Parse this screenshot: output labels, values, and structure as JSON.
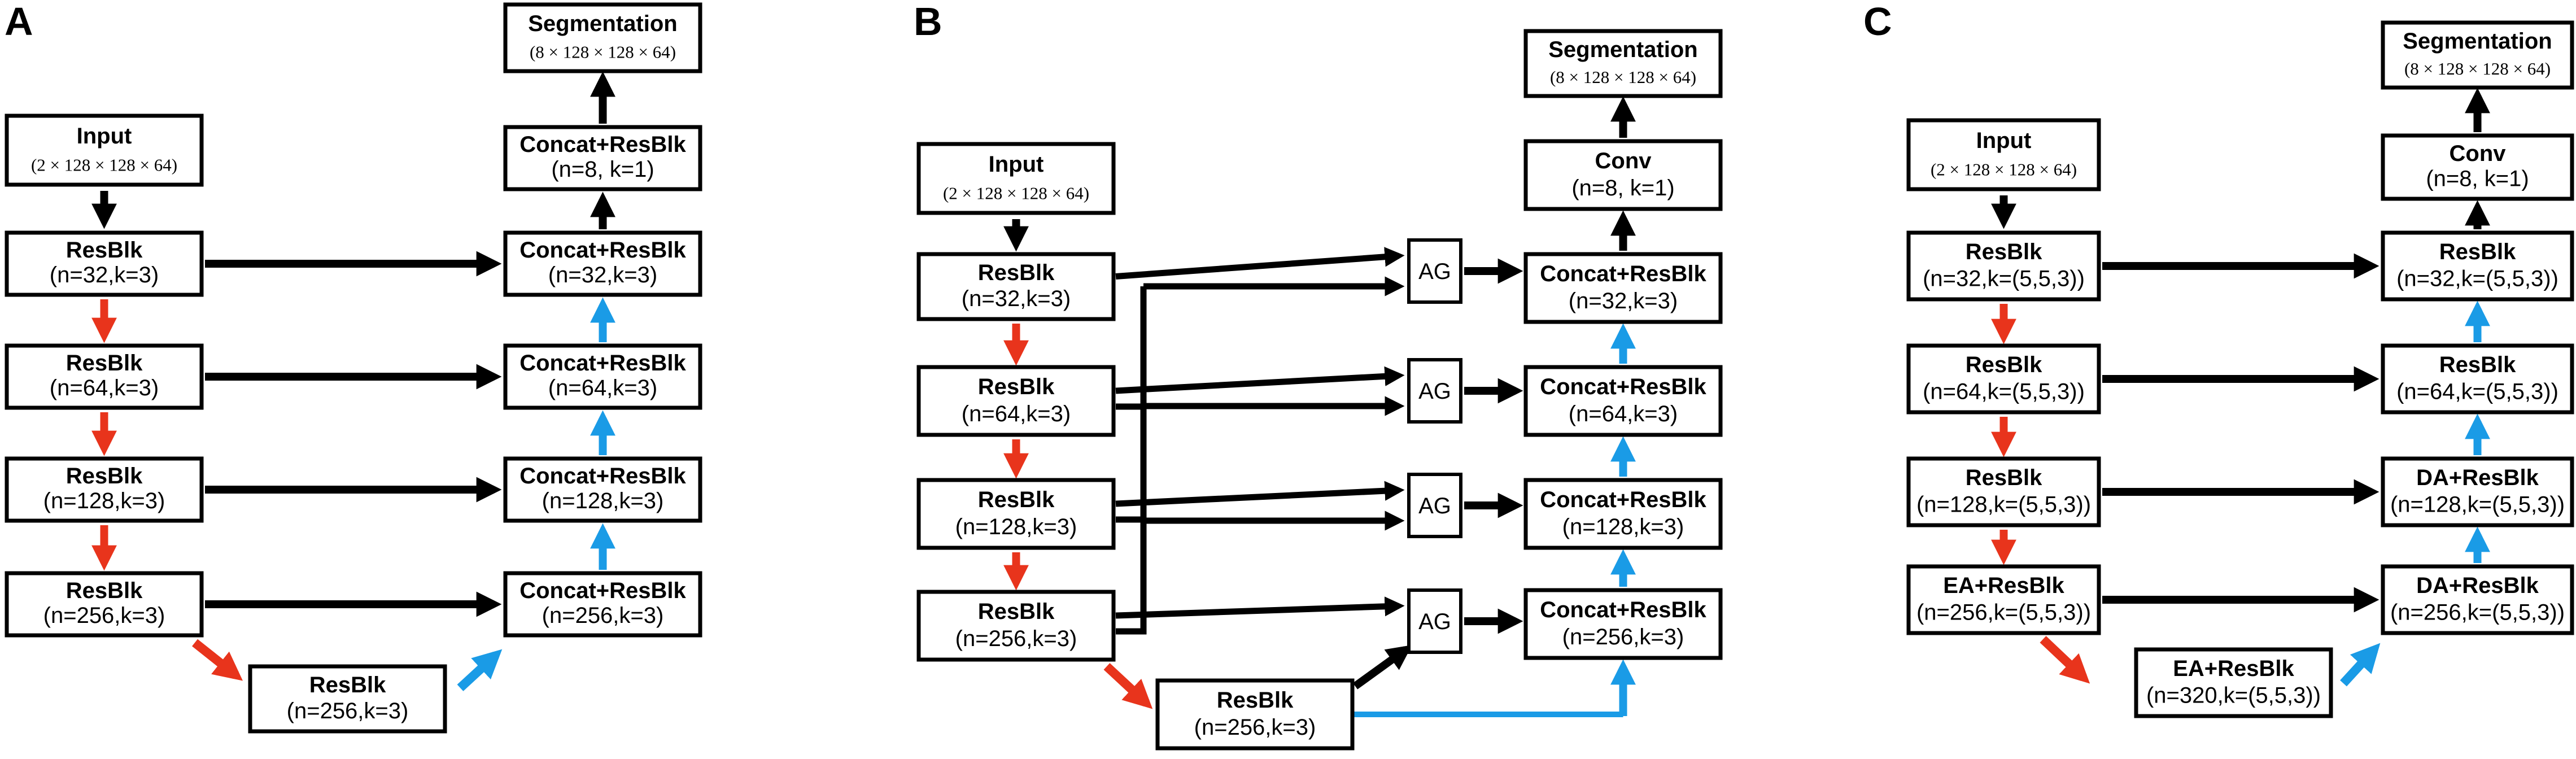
{
  "panels": [
    {
      "label": "A",
      "boxes": {
        "seg": {
          "main": "Segmentation",
          "sub": "(8 × 128 × 128 × 64)"
        },
        "input": {
          "main": "Input",
          "sub": "(2 × 128 × 128 × 64)"
        },
        "out1": {
          "main": "Concat+ResBlk",
          "sub": "(n=8, k=1)"
        },
        "dec1": {
          "main": "Concat+ResBlk",
          "sub": "(n=32,k=3)"
        },
        "dec2": {
          "main": "Concat+ResBlk",
          "sub": "(n=64,k=3)"
        },
        "dec3": {
          "main": "Concat+ResBlk",
          "sub": "(n=128,k=3)"
        },
        "dec4": {
          "main": "Concat+ResBlk",
          "sub": "(n=256,k=3)"
        },
        "enc1": {
          "main": "ResBlk",
          "sub": "(n=32,k=3)"
        },
        "enc2": {
          "main": "ResBlk",
          "sub": "(n=64,k=3)"
        },
        "enc3": {
          "main": "ResBlk",
          "sub": "(n=128,k=3)"
        },
        "enc4": {
          "main": "ResBlk",
          "sub": "(n=256,k=3)"
        },
        "bott": {
          "main": "ResBlk",
          "sub": "(n=256,k=3)"
        }
      }
    },
    {
      "label": "B",
      "boxes": {
        "seg": {
          "main": "Segmentation",
          "sub": "(8 × 128 × 128 × 64)"
        },
        "input": {
          "main": "Input",
          "sub": "(2 × 128 × 128 × 64)"
        },
        "out1": {
          "main": "Conv",
          "sub": "(n=8, k=1)"
        },
        "dec1": {
          "main": "Concat+ResBlk",
          "sub": "(n=32,k=3)"
        },
        "dec2": {
          "main": "Concat+ResBlk",
          "sub": "(n=64,k=3)"
        },
        "dec3": {
          "main": "Concat+ResBlk",
          "sub": "(n=128,k=3)"
        },
        "dec4": {
          "main": "Concat+ResBlk",
          "sub": "(n=256,k=3)"
        },
        "enc1": {
          "main": "ResBlk",
          "sub": "(n=32,k=3)"
        },
        "enc2": {
          "main": "ResBlk",
          "sub": "(n=64,k=3)"
        },
        "enc3": {
          "main": "ResBlk",
          "sub": "(n=128,k=3)"
        },
        "enc4": {
          "main": "ResBlk",
          "sub": "(n=256,k=3)"
        },
        "bott": {
          "main": "ResBlk",
          "sub": "(n=256,k=3)"
        }
      },
      "ag_label": "AG"
    },
    {
      "label": "C",
      "boxes": {
        "seg": {
          "main": "Segmentation",
          "sub": "(8 × 128 × 128 × 64)"
        },
        "input": {
          "main": "Input",
          "sub": "(2 × 128 × 128 × 64)"
        },
        "out1": {
          "main": "Conv",
          "sub": "(n=8, k=1)"
        },
        "dec1": {
          "main": "ResBlk",
          "sub": "(n=32,k=(5,5,3))"
        },
        "dec2": {
          "main": "ResBlk",
          "sub": "(n=64,k=(5,5,3))"
        },
        "dec3": {
          "main": "DA+ResBlk",
          "sub": "(n=128,k=(5,5,3))"
        },
        "dec4": {
          "main": "DA+ResBlk",
          "sub": "(n=256,k=(5,5,3))"
        },
        "enc1": {
          "main": "ResBlk",
          "sub": "(n=32,k=(5,5,3))"
        },
        "enc2": {
          "main": "ResBlk",
          "sub": "(n=64,k=(5,5,3))"
        },
        "enc3": {
          "main": "ResBlk",
          "sub": "(n=128,k=(5,5,3))"
        },
        "enc4": {
          "main": "EA+ResBlk",
          "sub": "(n=256,k=(5,5,3))"
        },
        "bott": {
          "main": "EA+ResBlk",
          "sub": "(n=320,k=(5,5,3))"
        }
      }
    }
  ],
  "colors": {
    "box_stroke": "#000000",
    "skip_arrow": "#000000",
    "down_arrow": "#e8341c",
    "up_arrow": "#1a9be6"
  }
}
